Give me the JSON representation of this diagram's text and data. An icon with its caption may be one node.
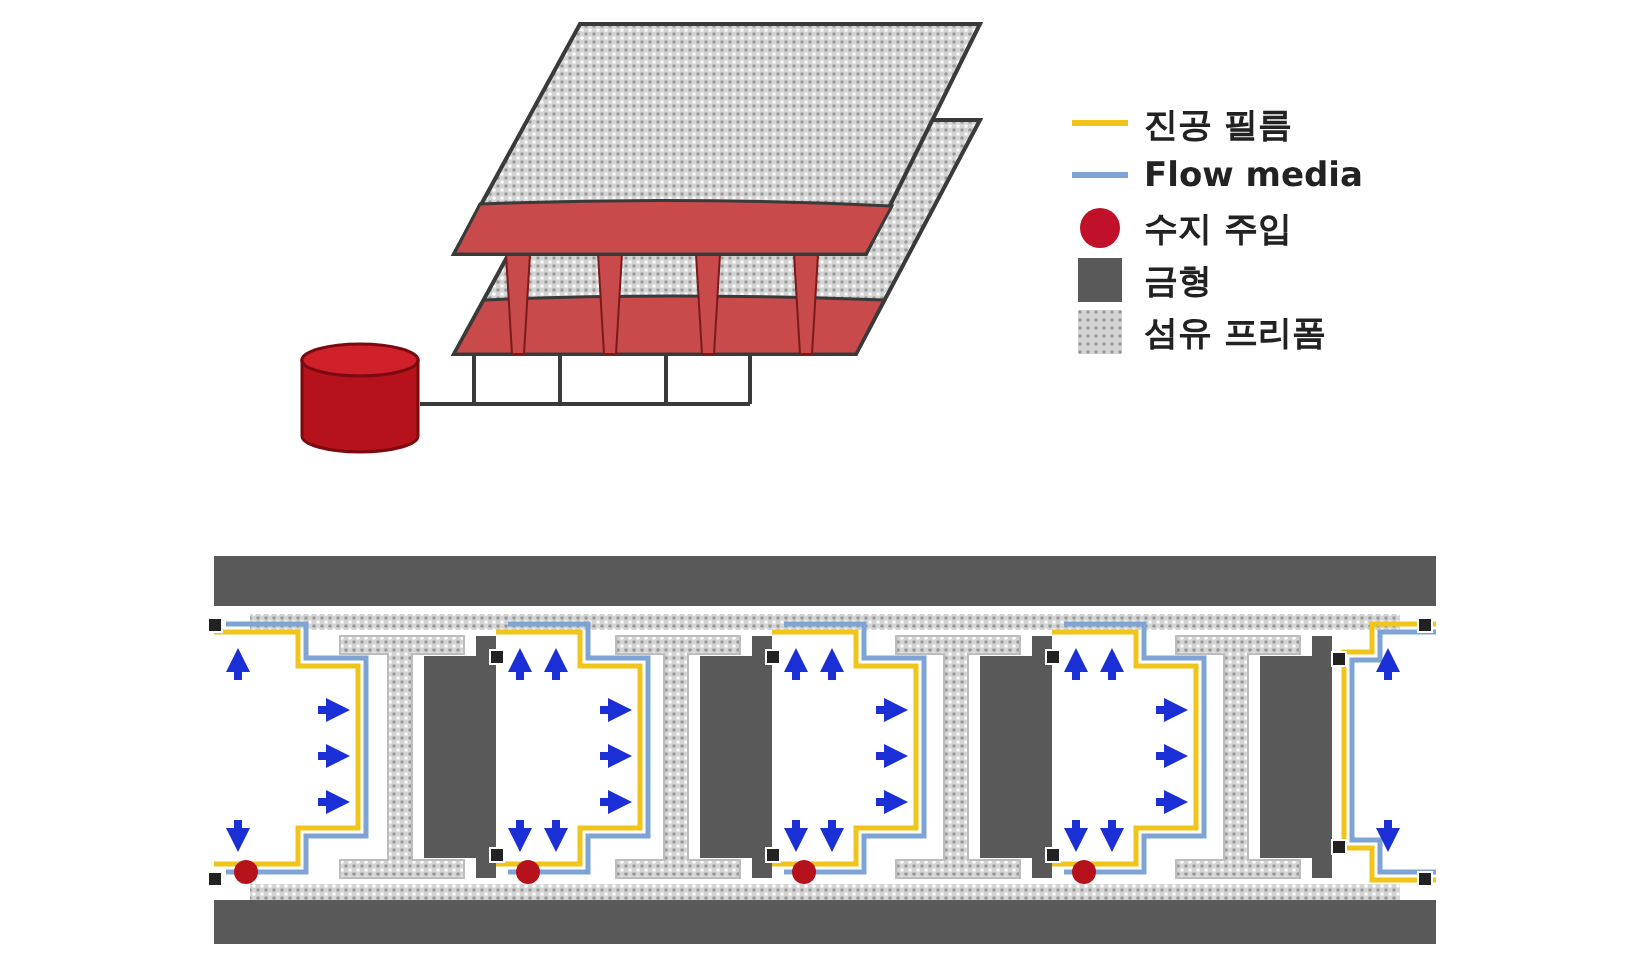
{
  "diagram": {
    "legend": [
      {
        "text": "진공 필름"
      },
      {
        "text": "Flow media"
      },
      {
        "text": "수지 주입",
        "color": "#c0102a"
      },
      {
        "text": "금형",
        "color": "#595959"
      },
      {
        "text": "섬유 프리폼"
      }
    ]
  }
}
